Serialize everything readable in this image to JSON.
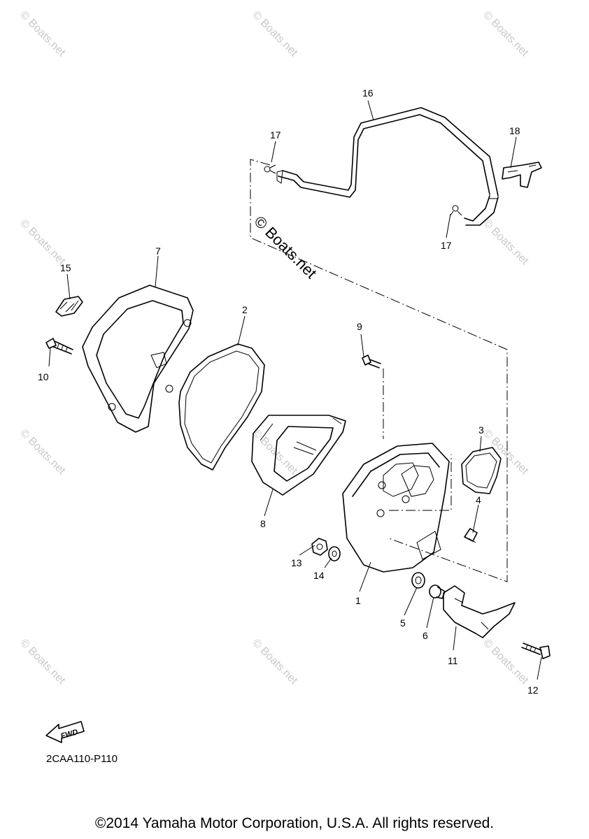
{
  "diagram": {
    "watermark": "© Boats.net",
    "diagram_code": "2CAA110-P110",
    "fwd_label": "FWD",
    "copyright": "©2014 Yamaha Motor Corporation, U.S.A. All rights reserved.",
    "callouts": {
      "p1": "1",
      "p2": "2",
      "p3": "3",
      "p4": "4",
      "p5": "5",
      "p6": "6",
      "p7": "7",
      "p8": "8",
      "p9": "9",
      "p10": "10",
      "p11": "11",
      "p12": "12",
      "p13": "13",
      "p14": "14",
      "p15": "15",
      "p16": "16",
      "p17a": "17",
      "p17b": "17",
      "p18": "18"
    }
  }
}
